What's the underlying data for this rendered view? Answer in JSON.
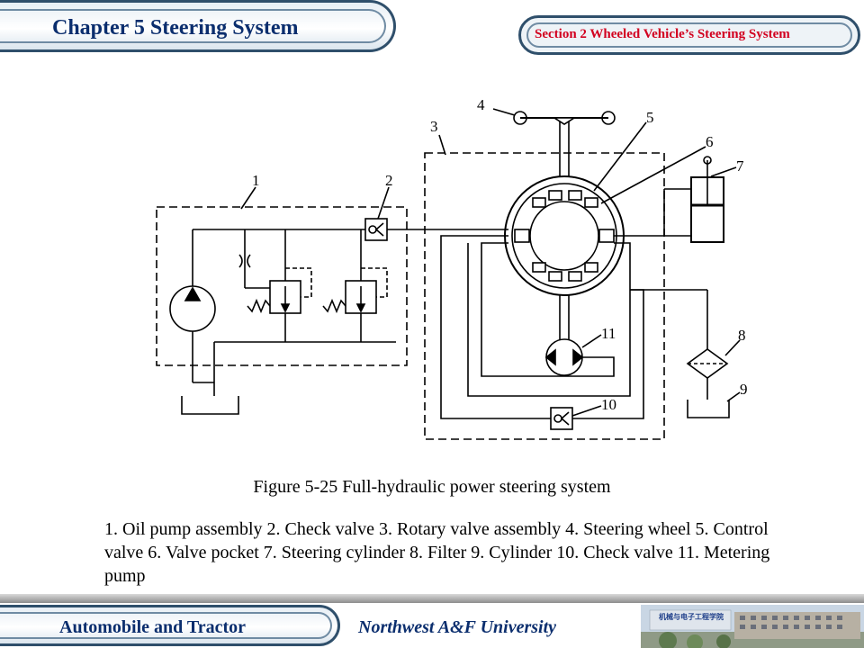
{
  "header": {
    "chapter": "Chapter 5 Steering System",
    "section": "Section 2 Wheeled Vehicle’s Steering System"
  },
  "diagram": {
    "labels": [
      "1",
      "2",
      "3",
      "4",
      "5",
      "6",
      "7",
      "8",
      "9",
      "10",
      "11"
    ]
  },
  "caption": "Figure 5-25  Full-hydraulic power steering system",
  "legend": "1. Oil pump assembly  2. Check valve   3. Rotary  valve assembly  4. Steering wheel  5. Control valve   6. Valve pocket   7. Steering cylinder    8. Filter 9. Cylinder   10. Check valve   11. Metering pump",
  "footer": {
    "course": "Automobile and Tractor",
    "university": "Northwest  A&F  University",
    "logo_text": "机械与电子工程学院"
  }
}
